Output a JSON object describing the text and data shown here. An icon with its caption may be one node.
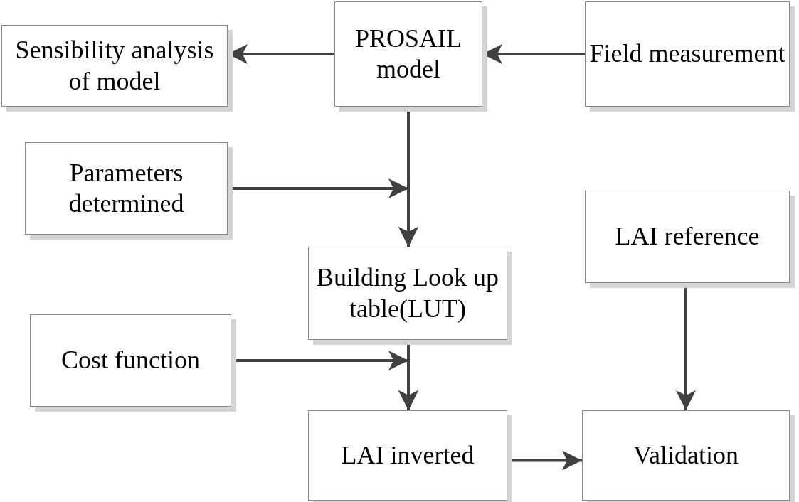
{
  "diagram": {
    "nodes": [
      {
        "text": [
          "Sensibility analysis of model"
        ]
      },
      {
        "text": [
          "PROSAIL model"
        ]
      },
      {
        "text": [
          "Field measurement"
        ]
      },
      {
        "text": [
          "Parameters determined"
        ]
      },
      {
        "text": [
          "Building Look up table(LUT)"
        ]
      },
      {
        "text": [
          "LAI reference"
        ]
      },
      {
        "text": [
          "Cost function"
        ]
      },
      {
        "text": [
          "LAI inverted"
        ]
      },
      {
        "text": [
          "Validation"
        ]
      }
    ],
    "edges": [
      {
        "from": 2,
        "to": 1,
        "arrow": "to"
      },
      {
        "from": 1,
        "to": 0,
        "arrow": "to"
      },
      {
        "from": 1,
        "to": 4,
        "arrow": "to"
      },
      {
        "from": 3,
        "to": 4,
        "arrow": "to"
      },
      {
        "from": 4,
        "to": 7,
        "arrow": "to"
      },
      {
        "from": 6,
        "to": 7,
        "arrow": "to"
      },
      {
        "from": 5,
        "to": 8,
        "arrow": "to"
      },
      {
        "from": 7,
        "to": 8,
        "arrow": "to"
      }
    ]
  }
}
